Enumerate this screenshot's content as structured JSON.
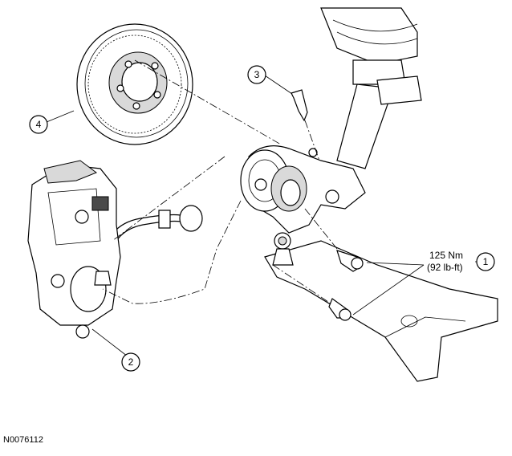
{
  "callouts": [
    {
      "number": "1"
    },
    {
      "number": "2"
    },
    {
      "number": "3"
    },
    {
      "number": "4"
    }
  ],
  "torque": {
    "line1": "125 Nm",
    "line2": "(92 lb-ft)"
  },
  "document_id": "N0076112"
}
